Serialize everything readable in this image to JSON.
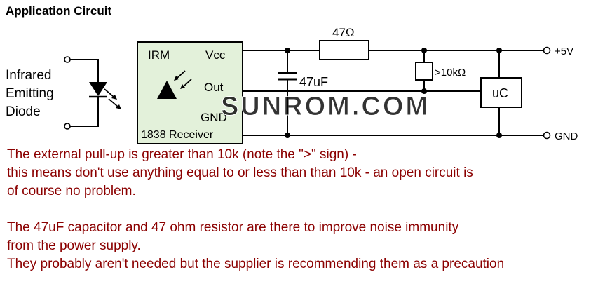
{
  "page": {
    "title": "Application Circuit"
  },
  "diagram": {
    "led_label": {
      "line1": "Infrared",
      "line2": "Emitting",
      "line3": "Diode"
    },
    "receiver": {
      "name": "IRM",
      "pin_vcc": "Vcc",
      "pin_out": "Out",
      "pin_gnd": "GND",
      "caption": "1838 Receiver"
    },
    "components": {
      "series_resistor": "47Ω",
      "capacitor": "47uF",
      "pullup_resistor": ">10kΩ",
      "microcontroller": "uC"
    },
    "rails": {
      "power": "+5V",
      "ground": "GND"
    },
    "watermark": "SUNROM.COM"
  },
  "notes": {
    "para1": [
      "The external pull-up is greater than 10k (note the \">\" sign) -",
      "this means don't use anything equal to or less than than 10k - an open circuit is",
      "of course no problem."
    ],
    "para2": [
      "The 47uF capacitor and 47 ohm resistor are there to improve noise immunity",
      "from the power supply.",
      "They probably aren't needed but the supplier is recommending them as a precaution"
    ]
  },
  "colors": {
    "note_text": "#8b0000",
    "receiver_box_fill": "#e3f1da",
    "receiver_caption": "#00a400",
    "watermark": "#c9c9c9"
  }
}
